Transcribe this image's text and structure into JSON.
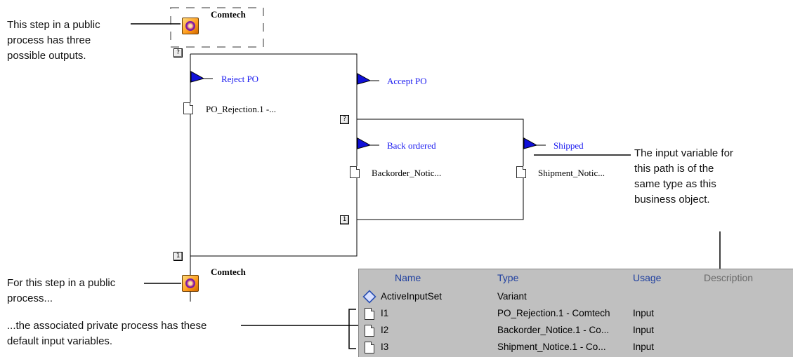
{
  "callouts": {
    "top_left": [
      "This step in a public",
      "process has three",
      "possible outputs."
    ],
    "bottom_left": [
      "For this step in a public",
      "process..."
    ],
    "private_vars": [
      "...the associated private process has these",
      "default input variables."
    ],
    "right": [
      "The input variable for",
      "this path is of the",
      "same type as this",
      "business object."
    ]
  },
  "nodes": {
    "top_step": {
      "title": "Comtech",
      "icon": "public-process-step-icon"
    },
    "bottom_step": {
      "title": "Comtech",
      "icon": "public-process-step-icon"
    }
  },
  "ports": {
    "top_left": "?",
    "middle": "?",
    "lower_right": "1",
    "bottom_left": "1"
  },
  "paths": {
    "reject_po": "Reject PO",
    "accept_po": "Accept PO",
    "back_ordered": "Back ordered",
    "shipped": "Shipped"
  },
  "business_objects": {
    "po_rejection": "PO_Rejection.1 -...",
    "backorder": "Backorder_Notic...",
    "shipment": "Shipment_Notic..."
  },
  "variables_table": {
    "headers": {
      "name": "Name",
      "type": "Type",
      "usage": "Usage",
      "description": "Description"
    },
    "rows": [
      {
        "icon": "cube-icon",
        "name": "ActiveInputSet",
        "type": "Variant",
        "usage": ""
      },
      {
        "icon": "document-icon",
        "name": "I1",
        "type": "PO_Rejection.1 - Comtech",
        "usage": "Input"
      },
      {
        "icon": "document-icon",
        "name": "I2",
        "type": "Backorder_Notice.1 - Co...",
        "usage": "Input"
      },
      {
        "icon": "document-icon",
        "name": "I3",
        "type": "Shipment_Notice.1 - Co...",
        "usage": "Input"
      }
    ]
  },
  "colors": {
    "path_label": "#1a1af0",
    "table_bg": "#c0c0c0",
    "header_text": "#1f3f9f"
  }
}
